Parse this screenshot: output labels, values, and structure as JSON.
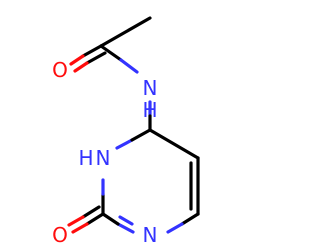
{
  "molecule": {
    "labels": {
      "o_top": "O",
      "nh_top": "N",
      "h_top": "H",
      "hn_ring_h": "H",
      "hn_ring_n": "N",
      "o_bottom": "O",
      "n_ring": "N"
    },
    "colors": {
      "bond": "#000000",
      "nitrogen": "#3333ff",
      "oxygen": "#ff0d0d",
      "background": "#ffffff"
    }
  }
}
